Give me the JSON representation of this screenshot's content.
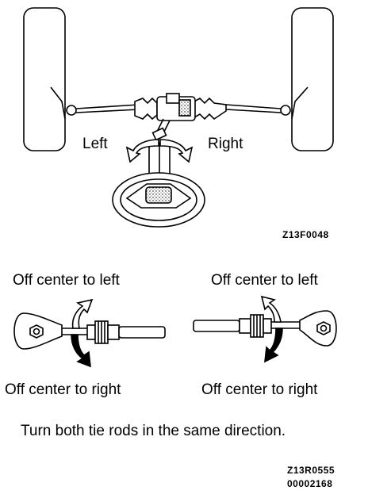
{
  "diagram": {
    "top": {
      "left_label": "Left",
      "right_label": "Right",
      "figure_code": "Z13F0048"
    },
    "bottom": {
      "left_tie_rod": {
        "top_label": "Off center to left",
        "bottom_label": "Off center to right"
      },
      "right_tie_rod": {
        "top_label": "Off center to left",
        "bottom_label": "Off center to right"
      },
      "instruction": "Turn both tie rods in the same direction.",
      "figure_code": "Z13R0555",
      "doc_number": "00002168"
    }
  }
}
